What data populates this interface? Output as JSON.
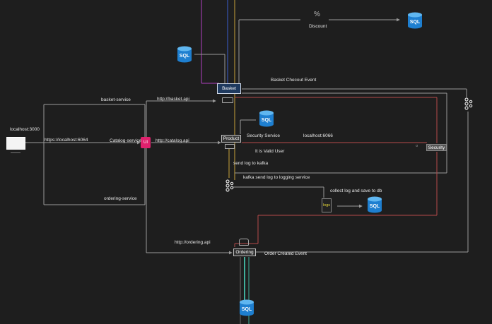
{
  "nodes": {
    "client": {
      "label": "localhost:3000"
    },
    "gateway_port": {
      "label": "https://localhost:6064"
    },
    "basket": {
      "label": "Basket"
    },
    "product": {
      "label": "Product"
    },
    "ordering": {
      "label": "Ordering"
    },
    "security": {
      "label": "Security"
    },
    "logs": {
      "label": "logs"
    },
    "gateway": {
      "label": "UI"
    },
    "discount": {
      "label": "Discount"
    },
    "sql": "SQL"
  },
  "edges": {
    "basket_service": "basket-service",
    "catalog_service": "Catalog-service",
    "ordering_service": "ordering-service",
    "basket_api": "http://basket.api",
    "catalog_api": "http://catalog.api",
    "ordering_api": "http://ordering.api",
    "basket_checkout": "Basket Checout Event",
    "security_service": "Security Service",
    "security_port": "localhost:6066",
    "valid_user": "It is Valid User",
    "send_log": "send log to kafka",
    "kafka_send": "kafka send log to logging service",
    "collect_log": "collect log and save to db",
    "order_created": "Order Created Event"
  },
  "colors": {
    "background": "#1e1e1e",
    "line": "#9a9a9a",
    "security_line": "#b54a4a",
    "product_line": "#c8a23a",
    "ordering_line": "#3fae9a",
    "sql_blue": "#1e7fd0",
    "gateway_pink": "#e0216d",
    "basket_fill": "#1f3a5f"
  }
}
